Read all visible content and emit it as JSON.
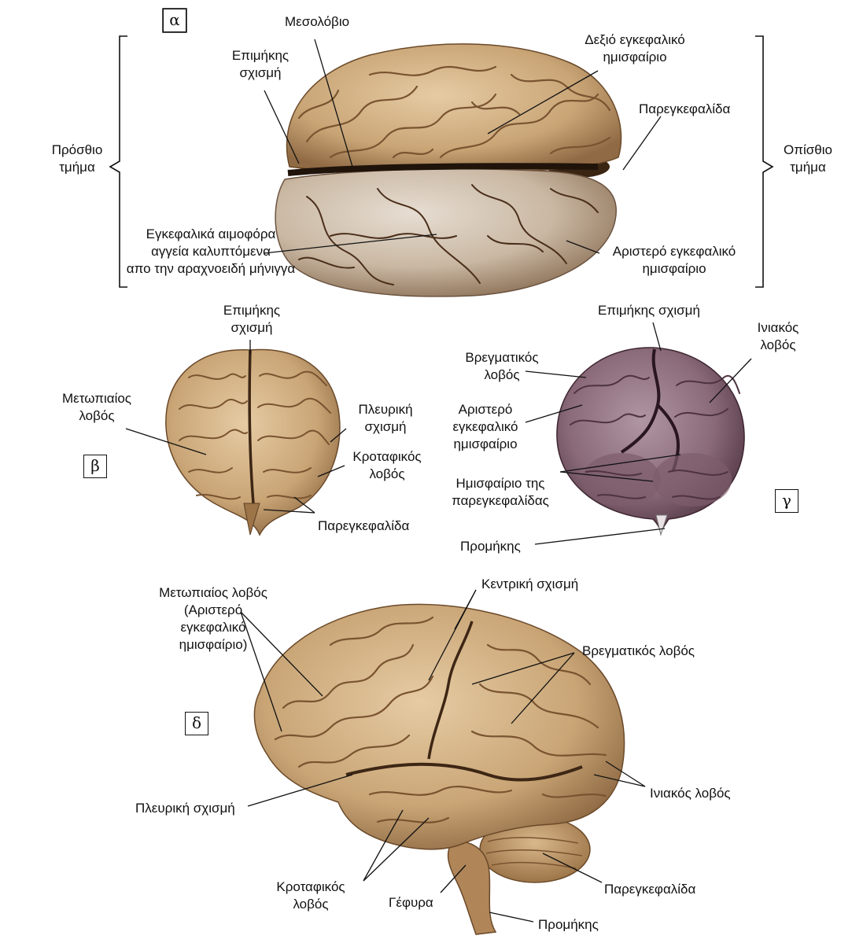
{
  "panels": {
    "a": {
      "tag": "α",
      "labels": {
        "mesolobio": "Μεσολόβιο",
        "epimikis": "Επιμήκης\nσχισμή",
        "dexio": "Δεξιό εγκεφαλικό\nημισφαίριο",
        "paregkefalida": "Παρεγκεφαλίδα",
        "prosthio": "Πρόσθιο\nτμήμα",
        "opisthio": "Οπίσθιο\nτμήμα",
        "aggeia": "Εγκεφαλικά αιμοφόρα\nαγγεία καλυπτόμενα\nαπο την αραχνοειδή μήνιγγα",
        "aristero": "Αριστερό εγκεφαλικό\nημισφαίριο"
      }
    },
    "b": {
      "tag": "β",
      "labels": {
        "epimikis": "Επιμήκης\nσχισμή",
        "metopiaios": "Μετωπιαίος\nλοβός",
        "pleuriki": "Πλευρική\nσχισμή",
        "krotafikos": "Κροταφικός\nλοβός",
        "paregkefalida": "Παρεγκεφαλίδα"
      }
    },
    "g": {
      "tag": "γ",
      "labels": {
        "epimikis": "Επιμήκης σχισμή",
        "vregmatikos": "Βρεγματικός\nλοβός",
        "iniakos": "Ινιακός\nλοβός",
        "aristero": "Αριστερό\nεγκεφαλικό\nημισφαίριο",
        "imisfairio": "Ημισφαίριο της\nπαρεγκεφαλίδας",
        "promikis": "Προμήκης"
      }
    },
    "d": {
      "tag": "δ",
      "labels": {
        "metopiaios": "Μετωπιαίος λοβός\n(Αριστερό\nεγκεφαλικό\nημισφαίριο)",
        "kentriki": "Κεντρική σχισμή",
        "vregmatikos": "Βρεγματικός λοβός",
        "iniakos": "Ινιακός λοβός",
        "pleuriki": "Πλευρική σχισμή",
        "krotafikos": "Κροταφικός\nλοβός",
        "gefyra": "Γέφυρα",
        "paregkefalida": "Παρεγκεφαλίδα",
        "promikis": "Προμήκης"
      }
    }
  },
  "colors": {
    "brain_tan": "#c9a576",
    "brain_light": "#e2c59c",
    "brain_gyri": "#8a6440",
    "brain_shadow": "#5c3e22",
    "meninges": "#d9ccbc",
    "purple_brain": "#8a6a78",
    "line": "#111111"
  }
}
